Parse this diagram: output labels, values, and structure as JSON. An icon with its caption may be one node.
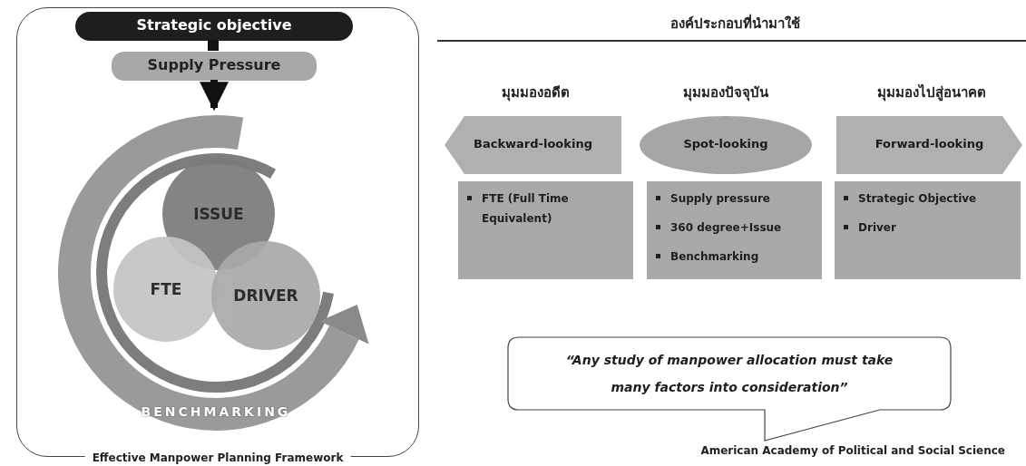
{
  "diagram": {
    "nodes": [
      {
        "text": [
          "Effective Manpower Planning Framework"
        ]
      },
      {
        "text": [
          "Strategic objective"
        ],
        "in": 0
      },
      {
        "text": [
          "Supply Pressure"
        ],
        "in": 0
      },
      {
        "text": [
          "BENCHMARKING"
        ],
        "in": 0
      },
      {
        "text": [
          "ISSUE"
        ],
        "in": 3
      },
      {
        "text": [
          "FTE"
        ],
        "in": 3
      },
      {
        "text": [
          "DRIVER"
        ],
        "in": 3
      },
      {
        "text": [
          "Backward-looking"
        ]
      },
      {
        "text": [
          "Spot-looking"
        ]
      },
      {
        "text": [
          "Forward-looking"
        ]
      },
      {
        "text": [
          "FTE (Full Time Equivalent)"
        ]
      },
      {
        "text": [
          "Supply pressure",
          "360 degree+Issue",
          "Benchmarking"
        ]
      },
      {
        "text": [
          "Strategic Objective",
          "Driver"
        ]
      },
      {
        "text": [
          "“Any study of manpower allocation must take many factors into consideration”"
        ],
        "beside": [
          "American Academy of Political and Social Science"
        ]
      }
    ],
    "edges": [
      {
        "from": 1,
        "to": 2,
        "arrow": "none"
      },
      {
        "from": 2,
        "to": 3,
        "arrow": "to"
      }
    ],
    "labels": [
      "องค์ประกอบที่นำมาใช้",
      "มุมมองอดีต",
      "มุมมองปัจจุบัน",
      "มุมมองไปสู่อนาคต"
    ]
  }
}
